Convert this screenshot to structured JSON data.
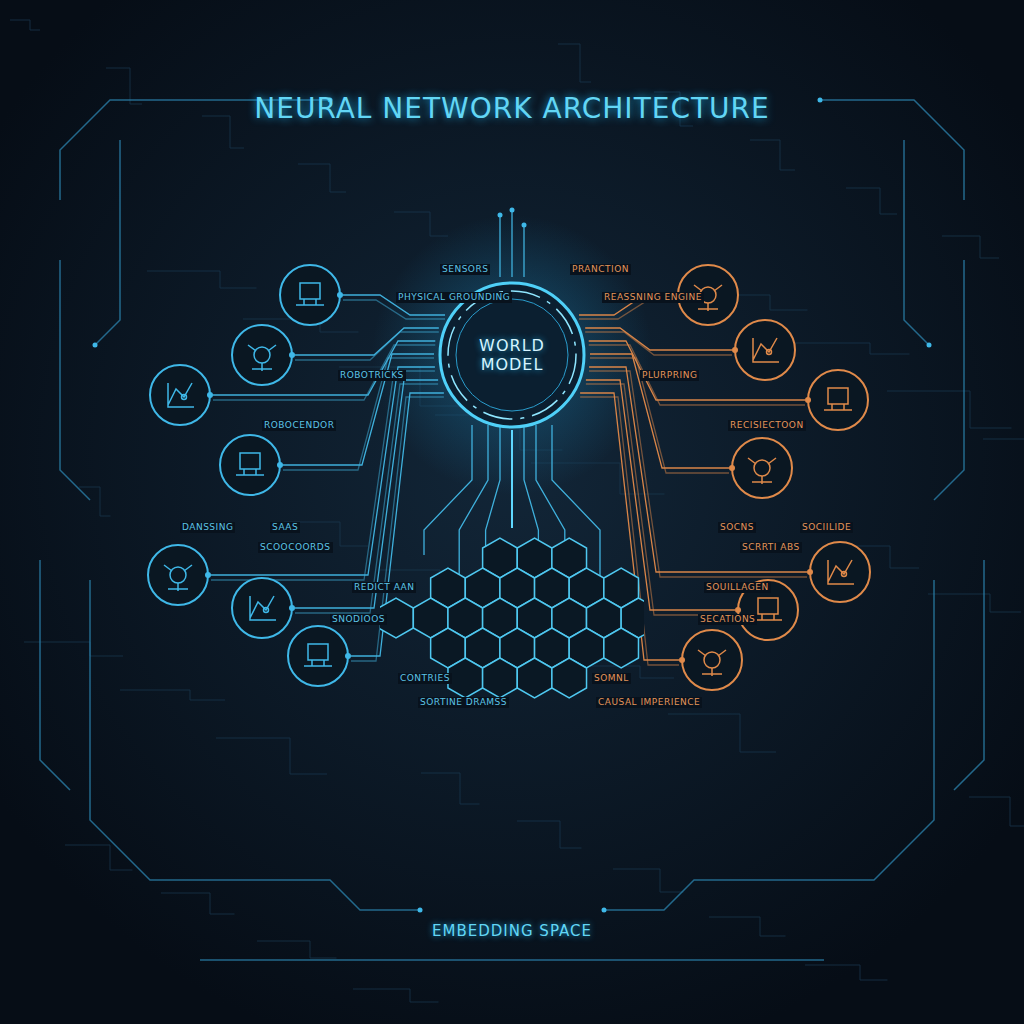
{
  "diagram": {
    "title": "NEURAL NETWORK ARCHITECTURE",
    "nodes": [
      {
        "text": [
          "WORLD MODEL"
        ]
      },
      {
        "text": [
          "EMBEDDING SPACE"
        ]
      }
    ],
    "edges": [
      {
        "from": 0,
        "to": 1,
        "arrow": "none"
      }
    ],
    "labels": [
      "SENSORS",
      "PHYSICAL GROUNDING",
      "ROBOTRICKS",
      "ROBOCENDOR",
      "DANSSING",
      "SAAS",
      "SCOOCOORDS",
      "REDICT AAN",
      "SNODIOOS",
      "CONTRIES",
      "SORTINE DRAMSS",
      "PRANCTION",
      "REASSNING ENGINE",
      "PLURPRING",
      "RECISIECTOON",
      "SOCNS",
      "SOCIILIDE",
      "SCRRTI ABS",
      "SOUILLAGEN",
      "SECATIONS",
      "SOMNL",
      "CAUSAL IMPERIENCE"
    ]
  }
}
